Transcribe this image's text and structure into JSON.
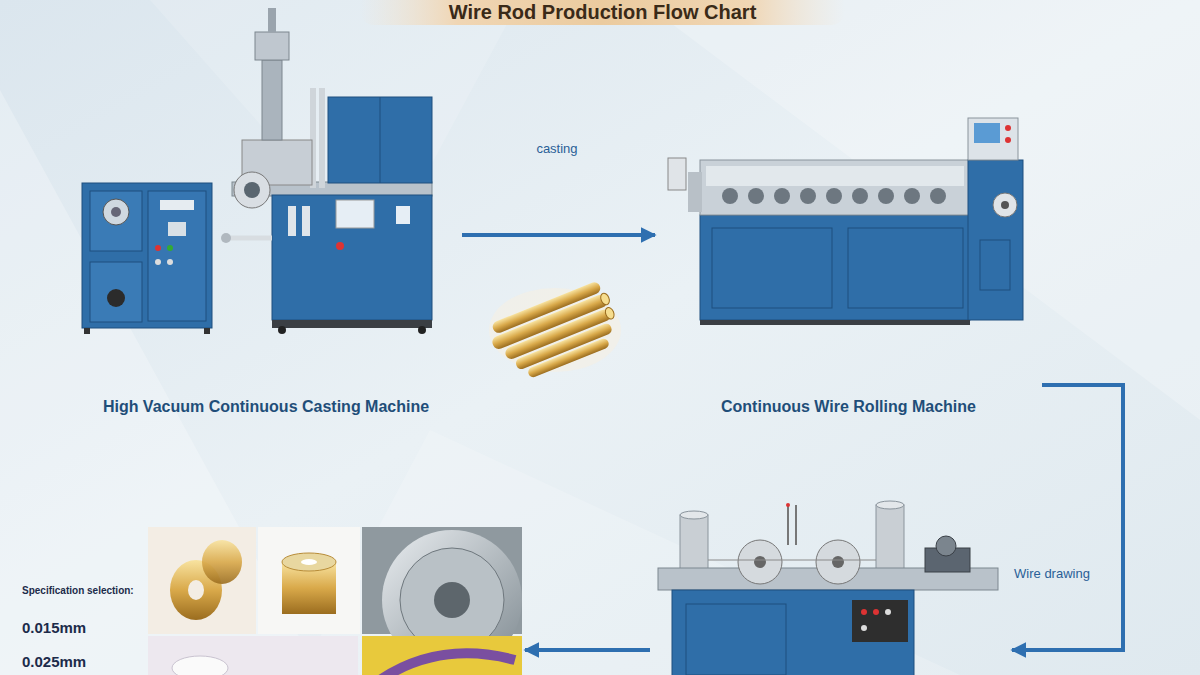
{
  "diagram": {
    "title": "Wire Rod Production Flow Chart",
    "nodes": [
      {
        "text": [
          "High Vacuum Continuous Casting Machine"
        ]
      },
      {
        "text": [
          "Continuous Wire Rolling Machine"
        ]
      },
      {
        "text": []
      },
      {
        "text": [
          "Specification selection:",
          "0.015mm",
          "0.025mm"
        ]
      }
    ],
    "edges": [
      {
        "from": 0,
        "to": 1,
        "arrow": "to",
        "label": "casting"
      },
      {
        "from": 1,
        "to": 2,
        "arrow": "to",
        "label": "Wire drawing"
      },
      {
        "from": 2,
        "to": 3,
        "arrow": "to"
      }
    ]
  }
}
